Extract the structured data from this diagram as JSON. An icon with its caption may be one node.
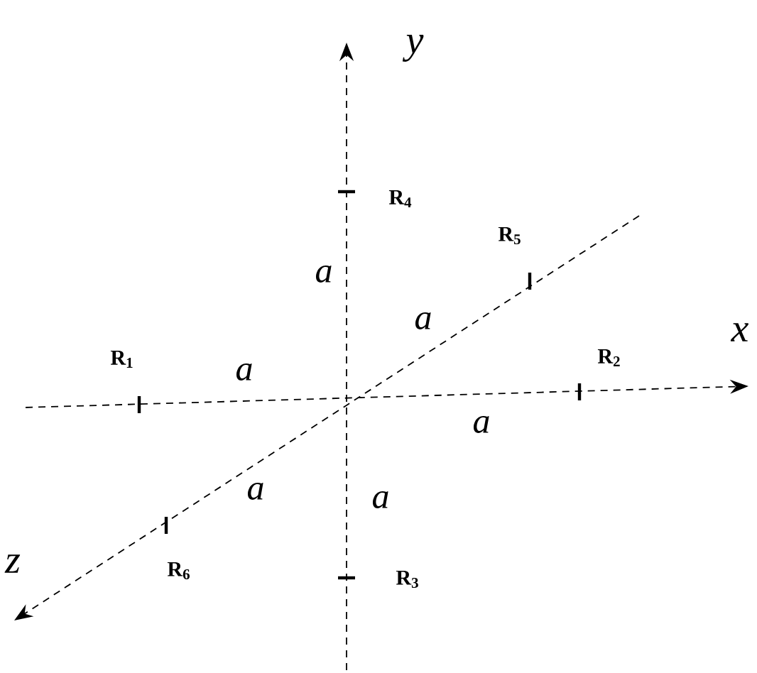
{
  "diagram": {
    "labels": [
      "y",
      "R$_{4}$",
      "R$_{5}$",
      "a",
      "a",
      "x",
      "R$_{1}$",
      "a",
      "R$_{2}$",
      "a",
      "a",
      "a",
      "z",
      "R$_{6}$",
      "R$_{3}$"
    ]
  }
}
